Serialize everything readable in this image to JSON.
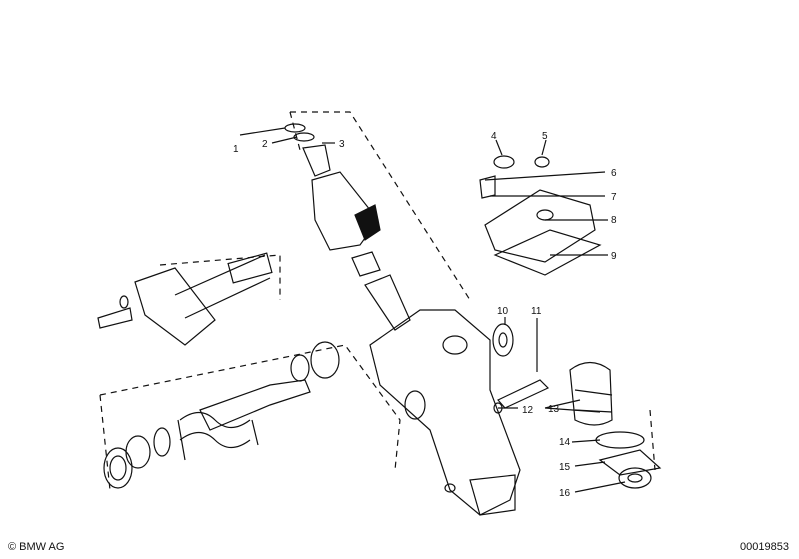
{
  "callouts": [
    "1",
    "2",
    "3",
    "4",
    "5",
    "6",
    "7",
    "8",
    "9",
    "10",
    "11",
    "12",
    "13",
    "14",
    "15",
    "16"
  ],
  "footer": {
    "copyright": "© BMW AG",
    "drawing_number": "00019853"
  }
}
